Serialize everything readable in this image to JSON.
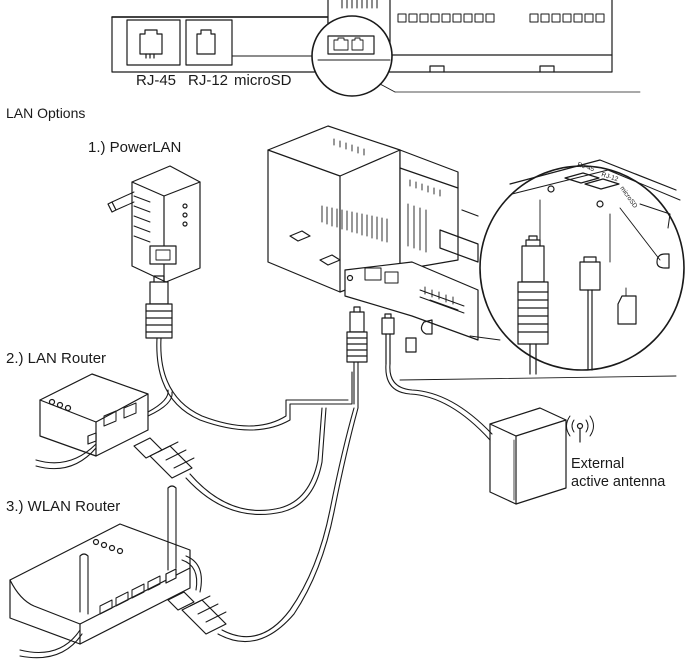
{
  "header_callout": {
    "labels": {
      "rj45": "RJ-45",
      "rj12": "RJ-12",
      "microsd": "microSD"
    }
  },
  "section_title": "LAN Options",
  "options": [
    {
      "label": "1.) PowerLAN"
    },
    {
      "label": "2.) LAN Router"
    },
    {
      "label": "3.) WLAN Router"
    }
  ],
  "antenna": {
    "line1": "External",
    "line2": "active antenna"
  },
  "zoom_labels": {
    "rj45": "RJ-45",
    "rj12": "RJ-12",
    "microsd": "microSD"
  },
  "colors": {
    "ink": "#1a1a1a",
    "fill": "#ffffff",
    "shade": "#e6e6e6",
    "dark": "#555555"
  }
}
